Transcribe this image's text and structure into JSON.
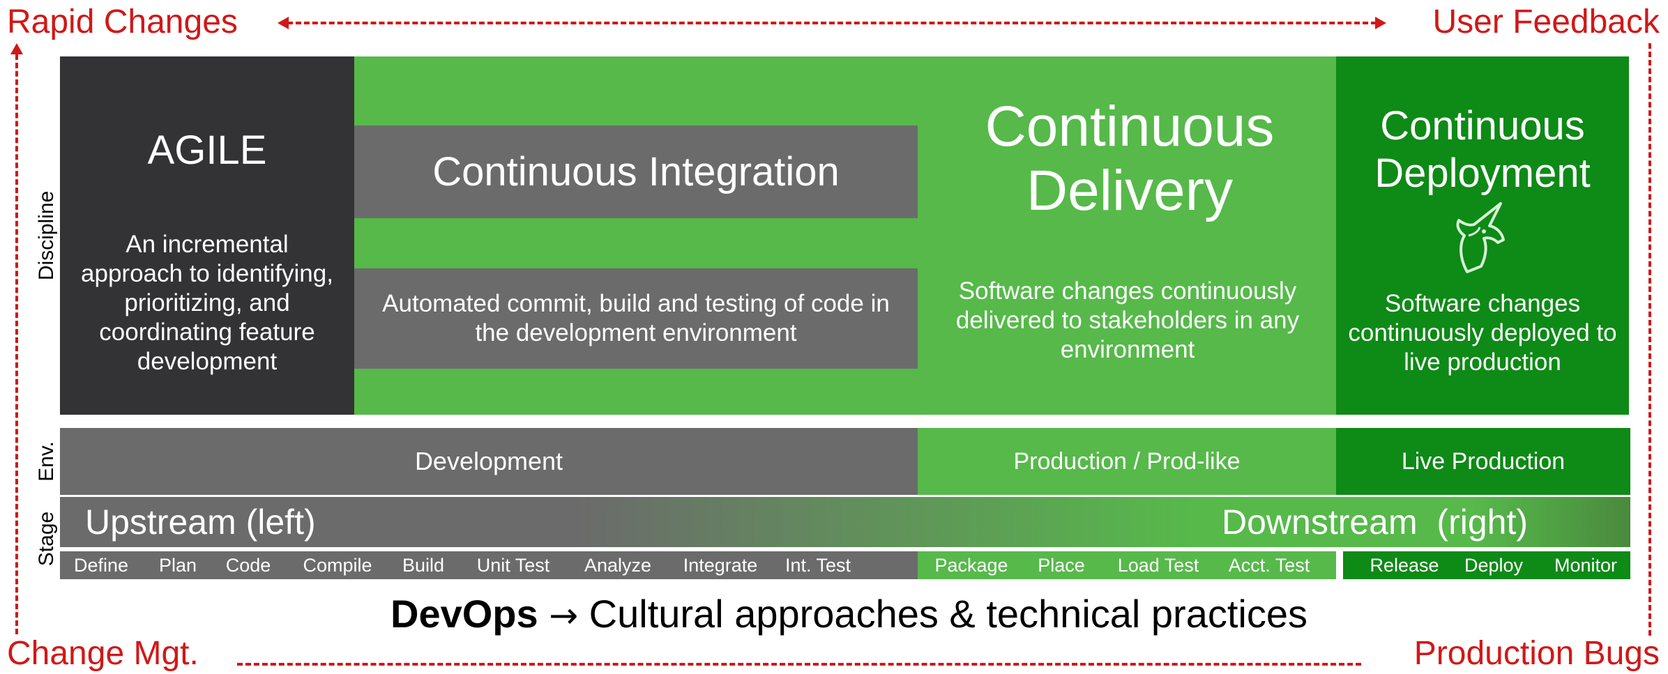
{
  "corners": {
    "top_left": "Rapid Changes",
    "top_right": "User Feedback",
    "bottom_left": "Change Mgt.",
    "bottom_right": "Production Bugs"
  },
  "row_labels": {
    "discipline": "Discipline",
    "env": "Env.",
    "stage": "Stage"
  },
  "agile": {
    "title": "AGILE",
    "description": "An incremental approach to identifying, prioritizing, and coordinating feature development"
  },
  "ci": {
    "title": "Continuous Integration",
    "description": "Automated commit, build and testing of code in the development environment"
  },
  "cd": {
    "title": "Continuous Delivery",
    "description": "Software changes continuously delivered to stakeholders in any environment"
  },
  "deploy": {
    "title": "Continuous Deployment",
    "description": "Software changes continuously deployed to live production",
    "icon": "unicorn-icon"
  },
  "environments": {
    "development": "Development",
    "production": "Production / Prod-like",
    "live": "Live Production"
  },
  "stage": {
    "upstream": "Upstream (left)",
    "downstream": "Downstream  (right)"
  },
  "steps": {
    "dev": [
      "Define",
      "Plan",
      "Code",
      "Compile",
      "Build",
      "Unit Test",
      "Analyze",
      "Integrate",
      "Int. Test"
    ],
    "prod": [
      "Package",
      "Place",
      "Load Test",
      "Acct. Test"
    ],
    "live": [
      "Release",
      "Deploy",
      "Monitor"
    ]
  },
  "footer": {
    "bold": "DevOps",
    "arrow": "→",
    "rest": "Cultural approaches & technical practices"
  },
  "colors": {
    "accent_red": "#d01818",
    "agile_dark": "#333234",
    "gray": "#6b6b6b",
    "green_light": "#56b94a",
    "green_dark": "#0e8a17"
  }
}
